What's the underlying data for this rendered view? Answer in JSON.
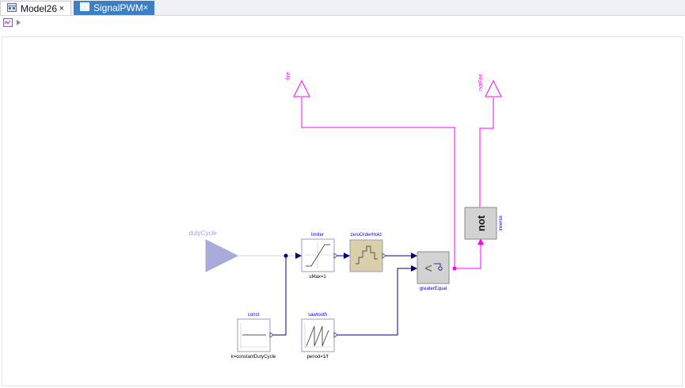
{
  "tabs": [
    {
      "label": "Model26",
      "close": "×",
      "active": false
    },
    {
      "label": "SignalPWM",
      "close": "×",
      "active": true
    }
  ],
  "toolbar": {
    "icons": [
      "diagram-view-icon",
      "expand-arrow-icon"
    ]
  },
  "diagram": {
    "blocks": {
      "dutyCycle": {
        "label": "dutyCycle"
      },
      "limiter": {
        "label": "limiter",
        "param": "uMax=1"
      },
      "zeroOrderHold": {
        "label": "zeroOrderHold"
      },
      "greaterEqual": {
        "label": "greaterEqual",
        "symbol": "<"
      },
      "inverse": {
        "label": "inverse",
        "symbol": "not"
      },
      "const": {
        "label": "const",
        "param": "k=constantDutyCycle"
      },
      "sawtooth": {
        "label": "sawtooth",
        "param": "period=1/f"
      },
      "fire": {
        "label": "fire"
      },
      "notFire": {
        "label": "notFire"
      }
    },
    "colors": {
      "real_signal": "#00007f",
      "real_signal_faded": "#9a9ac8",
      "boolean_signal": "#ff00ff",
      "label_blue": "#0000ff",
      "hold_fill": "#d9cfa8",
      "logic_fill": "#d2d2d2"
    }
  }
}
